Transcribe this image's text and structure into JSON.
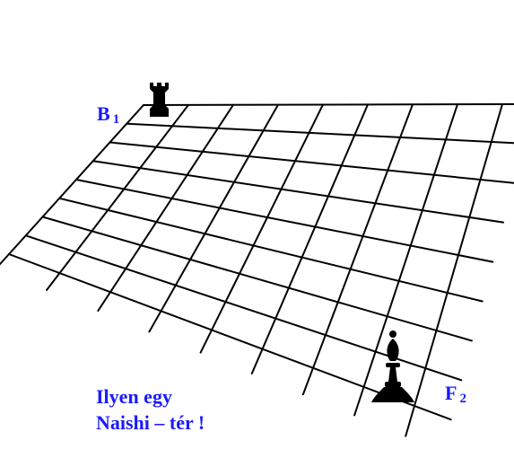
{
  "colors": {
    "label": "#1a1aff",
    "grid": "#000000",
    "piece": "#000000"
  },
  "labels": {
    "rook_square": {
      "letter": "B",
      "number": "1"
    },
    "bishop_square": {
      "letter": "F",
      "number": "2"
    }
  },
  "caption": {
    "line1": "Ilyen egy",
    "line2": "Naishi – tér !"
  },
  "pieces": [
    {
      "name": "rook-icon",
      "square": "B1"
    },
    {
      "name": "bishop-icon",
      "square": "F2"
    }
  ]
}
